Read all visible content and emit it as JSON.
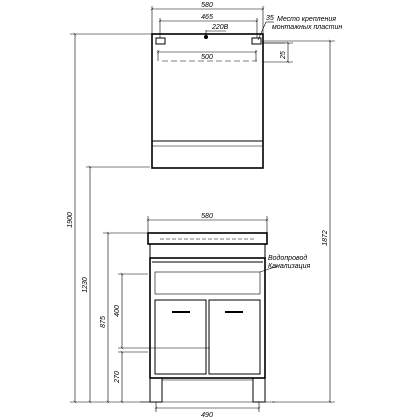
{
  "dimensions": {
    "mirror_width": "580",
    "mount_distance": "465",
    "power": "220В",
    "mount_offset": "35",
    "mirror_inner_width": "500",
    "mount_height": "25",
    "total_height": "1900",
    "mount_top_height": "1872",
    "cabinet_width": "580",
    "cabinet_height": "875",
    "pipe_height": "1230",
    "inlet_height": "400",
    "leg_height": "270",
    "base_width": "490"
  },
  "notes": {
    "mount_line1": "Место крепления",
    "mount_line2": "монтажных пластин",
    "pipe_line1": "Водопровод",
    "pipe_line2": "Канализация"
  },
  "colors": {
    "line": "#000000",
    "hatch": "#555555",
    "background": "#ffffff"
  }
}
